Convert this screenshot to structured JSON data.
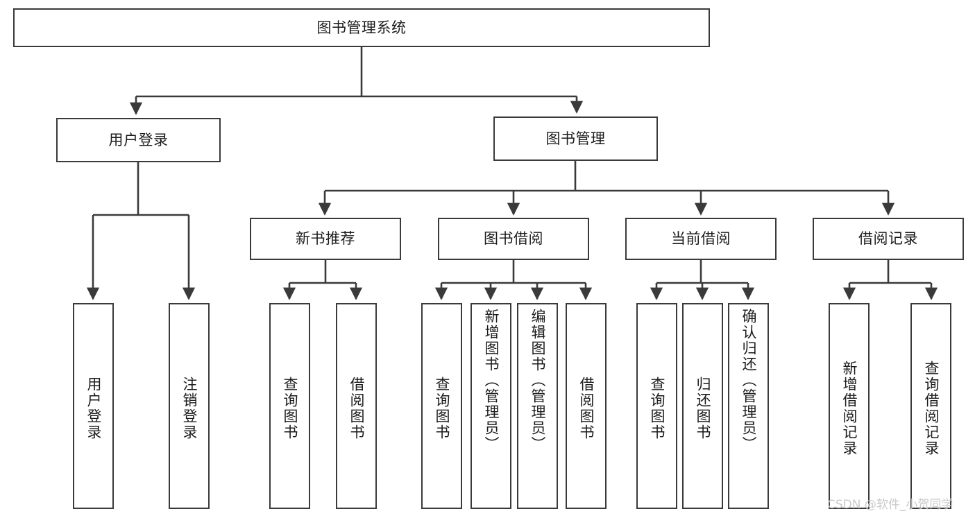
{
  "diagram": {
    "type": "hierarchy-tree",
    "title": "图书管理系统",
    "watermark": "CSDN @软件_小贺同学",
    "colors": {
      "box_border": "#3a3a3a",
      "box_fill": "#ffffff",
      "connector": "#3a3a3a",
      "text": "#1b1b1b",
      "watermark": "#c9c9c9",
      "background": "#ffffff"
    },
    "root": {
      "label": "图书管理系统"
    },
    "level2": [
      {
        "label": "用户登录"
      },
      {
        "label": "图书管理"
      }
    ],
    "level3": [
      {
        "label": "新书推荐"
      },
      {
        "label": "图书借阅"
      },
      {
        "label": "当前借阅"
      },
      {
        "label": "借阅记录"
      }
    ],
    "leaves": {
      "user_login": [
        {
          "label": "用户登录"
        },
        {
          "label": "注销登录"
        }
      ],
      "new_book_recommend": [
        {
          "label": "查询图书"
        },
        {
          "label": "借阅图书"
        }
      ],
      "book_borrow": [
        {
          "label": "查询图书"
        },
        {
          "label": "新增图书（管理员）"
        },
        {
          "label": "编辑图书（管理员）"
        },
        {
          "label": "借阅图书"
        }
      ],
      "current_borrow": [
        {
          "label": "查询图书"
        },
        {
          "label": "归还图书"
        },
        {
          "label": "确认归还（管理员）"
        }
      ],
      "borrow_record": [
        {
          "label": "新增借阅记录"
        },
        {
          "label": "查询借阅记录"
        }
      ]
    }
  }
}
